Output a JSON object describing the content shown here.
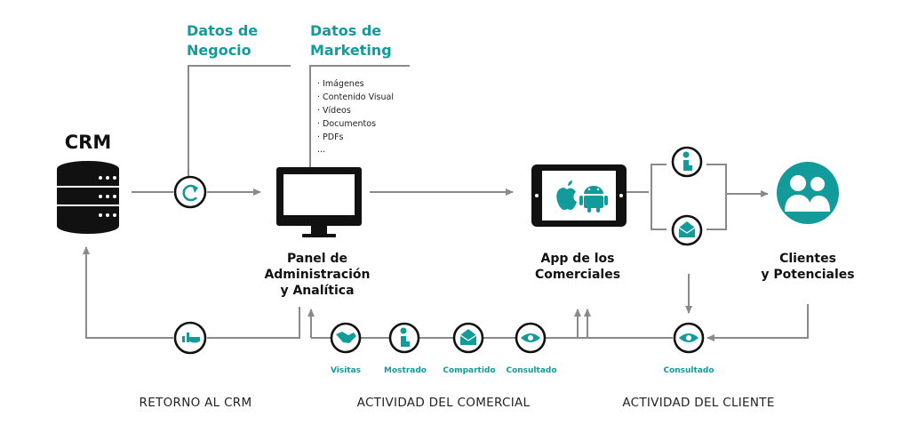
{
  "sources": {
    "business": [
      "Datos de",
      "Negocio"
    ],
    "marketing": [
      "Datos de",
      "Marketing"
    ],
    "marketing_items": [
      "· Imágenes",
      "· Contenido Visual",
      "· Vídeos",
      "· Documentos",
      "· PDFs",
      "..."
    ]
  },
  "nodes": {
    "crm": "CRM",
    "panel": [
      "Panel de",
      "Administración",
      "y Analítica"
    ],
    "app": [
      "App de los",
      "Comerciales"
    ],
    "clients": [
      "Clientes",
      "y Potenciales"
    ]
  },
  "activities": {
    "visits": "Visitas",
    "shown": "Mostrado",
    "shared": "Compartido",
    "viewed": "Consultado",
    "client_viewed": "Consultado"
  },
  "sections": {
    "crm_return": "RETORNO AL CRM",
    "sales_activity": "ACTIVIDAD DEL COMERCIAL",
    "client_activity": "ACTIVIDAD DEL CLIENTE"
  },
  "colors": {
    "accent": "#139a9a",
    "dark": "#111111",
    "connector": "#8a8a8a"
  }
}
